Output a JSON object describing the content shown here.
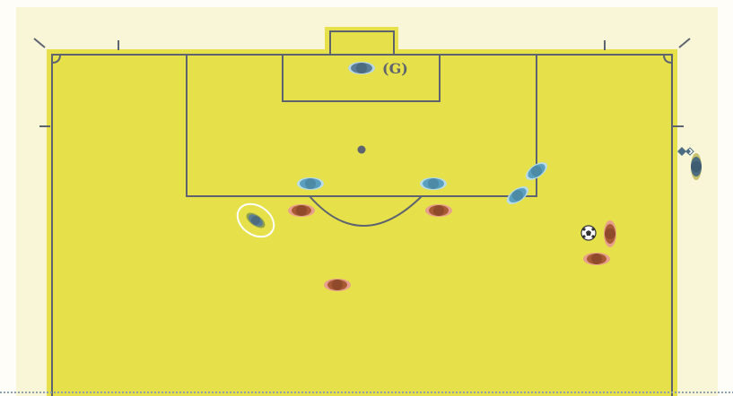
{
  "colors": {
    "background_area": "#f9f6d8",
    "pitch": "#e6e04a",
    "lines": "#5d6470",
    "attacker_blue": "#5a9fbe",
    "goalkeeper_blue": "#5b7d95",
    "defender_brown": "#a85a35",
    "defender_skin": "#e8a08c",
    "selected_ring": "#ffffff",
    "linesman_kit": "#4b6c80",
    "dotted_edge": "#8ea0b0"
  },
  "labels": {
    "goalkeeper_tag": "(G)"
  },
  "icons": {
    "ball": "soccer-ball-icon",
    "corner_flag": "corner-flag-icon",
    "player": "player-topdown-icon"
  },
  "players": [
    {
      "id": "goalkeeper",
      "team": "blue",
      "role": "goalkeeper"
    },
    {
      "id": "blue-defender-left",
      "team": "blue",
      "role": "defender"
    },
    {
      "id": "blue-defender-right",
      "team": "blue",
      "role": "defender"
    },
    {
      "id": "blue-wing-upper",
      "team": "blue",
      "role": "defender"
    },
    {
      "id": "blue-wing-lower",
      "team": "blue",
      "role": "defender"
    },
    {
      "id": "selected-player",
      "team": "blue",
      "role": "highlighted"
    },
    {
      "id": "red-attacker-left",
      "team": "red",
      "role": "attacker"
    },
    {
      "id": "red-attacker-center",
      "team": "red",
      "role": "attacker"
    },
    {
      "id": "red-attacker-ball",
      "team": "red",
      "role": "attacker"
    },
    {
      "id": "red-attacker-lower-right",
      "team": "red",
      "role": "attacker"
    },
    {
      "id": "red-attacker-deep",
      "team": "red",
      "role": "attacker"
    },
    {
      "id": "linesman",
      "team": "official",
      "role": "assistant-referee"
    }
  ]
}
